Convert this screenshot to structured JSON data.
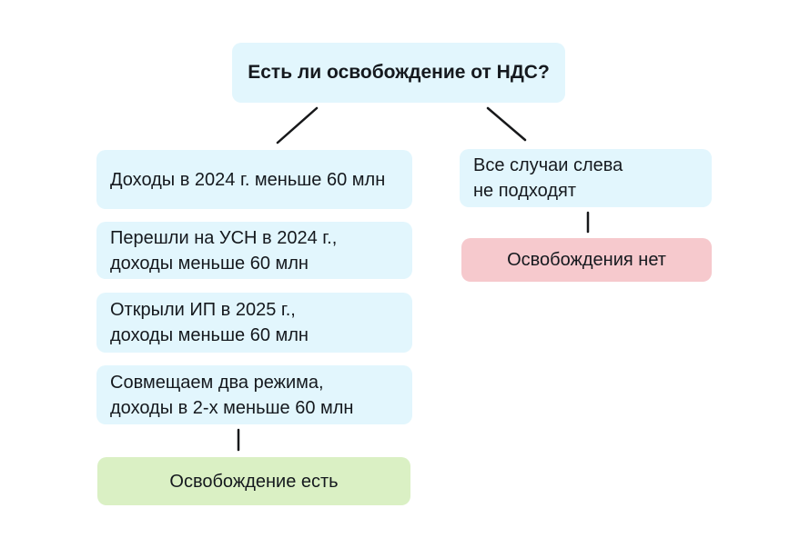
{
  "title_node": {
    "label": "Есть ли освобождение от НДС?"
  },
  "left_column": [
    {
      "lines": [
        "Доходы в 2024 г. меньше 60 млн"
      ]
    },
    {
      "lines": [
        "Перешли на УСН в 2024 г.,",
        "доходы меньше 60 млн"
      ]
    },
    {
      "lines": [
        "Открыли ИП в 2025 г.,",
        "доходы меньше 60 млн"
      ]
    },
    {
      "lines": [
        "Совмещаем два режима,",
        "доходы в 2-х меньше 60 млн"
      ]
    }
  ],
  "left_result": {
    "label": "Освобождение есть"
  },
  "right_node": {
    "lines": [
      "Все случаи слева",
      "не подходят"
    ]
  },
  "right_result": {
    "label": "Освобождения нет"
  },
  "colors": {
    "node_blue": "#e2f6fd",
    "result_green": "#daf0c4",
    "result_red": "#f6c9cd",
    "arrow": "#17181a",
    "text": "#15191e",
    "background": "#ffffff"
  }
}
